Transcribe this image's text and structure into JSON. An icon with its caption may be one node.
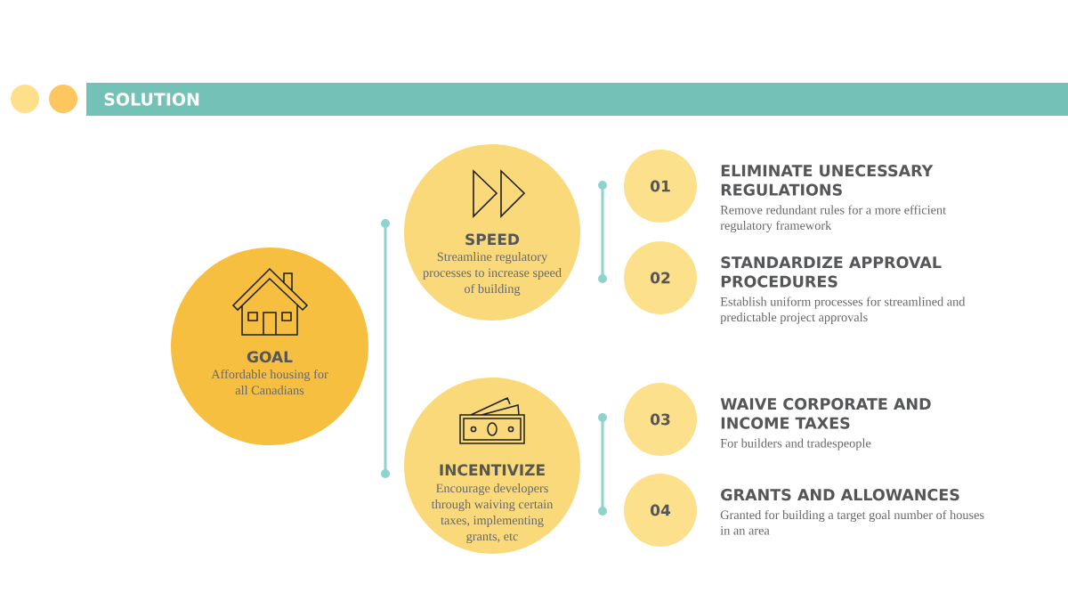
{
  "diagram": {
    "title": "SOLUTION",
    "nodes": [
      {
        "text": [
          "GOAL",
          "Affordable housing for all Canadians"
        ]
      },
      {
        "text": [
          "SPEED",
          "Streamline regulatory processes to increase speed of building"
        ]
      },
      {
        "text": [
          "INCENTIVIZE",
          "Encourage developers through waiving certain taxes, implementing grants, etc"
        ]
      },
      {
        "text": [
          "01"
        ],
        "beside": [
          "ELIMINATE UNECESSARY REGULATIONS",
          "Remove redundant rules for a more efficient regulatory framework"
        ]
      },
      {
        "text": [
          "02"
        ],
        "beside": [
          "STANDARDIZE APPROVAL PROCEDURES",
          "Establish uniform processes for streamlined and predictable project approvals"
        ]
      },
      {
        "text": [
          "03"
        ],
        "beside": [
          "WAIVE CORPORATE AND INCOME TAXES",
          "For builders and tradespeople"
        ]
      },
      {
        "text": [
          "04"
        ],
        "beside": [
          "GRANTS AND ALLOWANCES",
          "Granted for building a target goal number of houses in an area"
        ]
      }
    ]
  }
}
